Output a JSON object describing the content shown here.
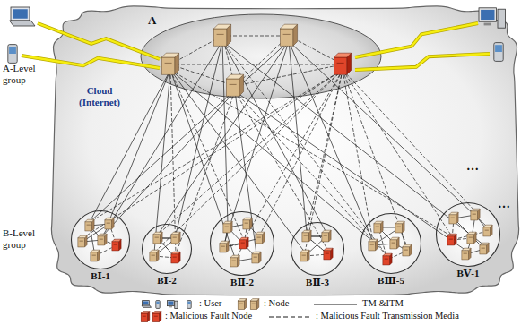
{
  "diagram": {
    "nodes": [
      {
        "text": [
          "Cloud (Internet)"
        ]
      },
      {
        "text": [
          "A"
        ],
        "in": 0
      },
      {
        "text": [
          "BⅠ-1"
        ],
        "in": 0
      },
      {
        "text": [
          "BⅠ-2"
        ],
        "in": 0
      },
      {
        "text": [
          "BⅡ-2"
        ],
        "in": 0
      },
      {
        "text": [
          "BⅡ-3"
        ],
        "in": 0
      },
      {
        "text": [
          "BⅢ-5"
        ],
        "in": 0
      },
      {
        "text": [
          "BⅤ-1"
        ],
        "in": 0
      }
    ],
    "labels": [
      "A-Level group",
      "B-Level group",
      "…",
      "…"
    ],
    "legend": [
      {
        "text": ": User"
      },
      {
        "text": ": Node"
      },
      {
        "text": "TM &ITM"
      },
      {
        "text": ": Malicious Fault Node"
      },
      {
        "text": ": Malicious Fault Transmission Media"
      }
    ]
  }
}
